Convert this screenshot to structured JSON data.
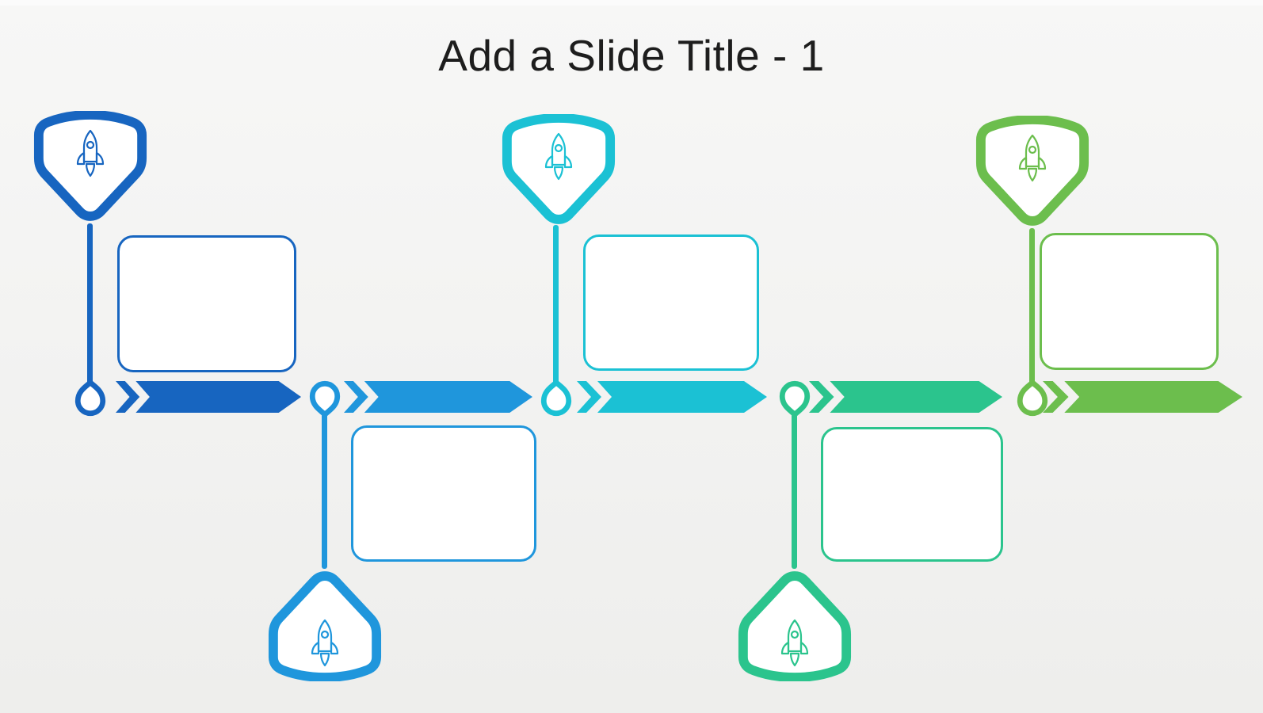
{
  "slide": {
    "title": "Add a Slide Title - 1",
    "background_color": "#f2f3f1"
  },
  "timeline": {
    "node_count": 5,
    "milestones": [
      {
        "name": "milestone-1",
        "color": "#1765C0",
        "badge_position": "top",
        "icon": "rocket-icon",
        "box_text": ""
      },
      {
        "name": "milestone-2",
        "color": "#1F96DC",
        "badge_position": "bottom",
        "icon": "rocket-icon",
        "box_text": ""
      },
      {
        "name": "milestone-3",
        "color": "#1BC1D4",
        "badge_position": "top",
        "icon": "rocket-icon",
        "box_text": ""
      },
      {
        "name": "milestone-4",
        "color": "#2BC48D",
        "badge_position": "bottom",
        "icon": "rocket-icon",
        "box_text": ""
      },
      {
        "name": "milestone-5",
        "color": "#6CBE4D",
        "badge_position": "top",
        "icon": "rocket-icon",
        "box_text": ""
      }
    ]
  }
}
